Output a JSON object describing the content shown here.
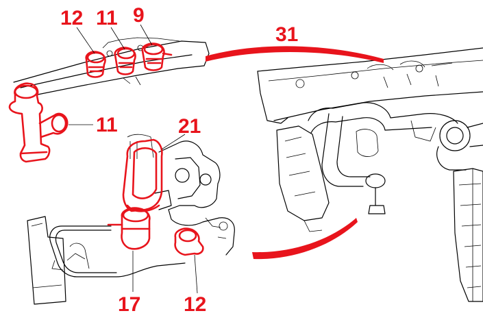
{
  "colors": {
    "highlight": "#e8141c",
    "line": "#000000",
    "background": "#ffffff"
  },
  "callouts": {
    "solenoid_group": "12",
    "solenoid_mid": "11",
    "solenoid_right": "9",
    "overview": "31",
    "egr_valve": "11",
    "turbo_housing": "21",
    "wastegate_actuator": "17",
    "turbo_solenoid": "12"
  }
}
